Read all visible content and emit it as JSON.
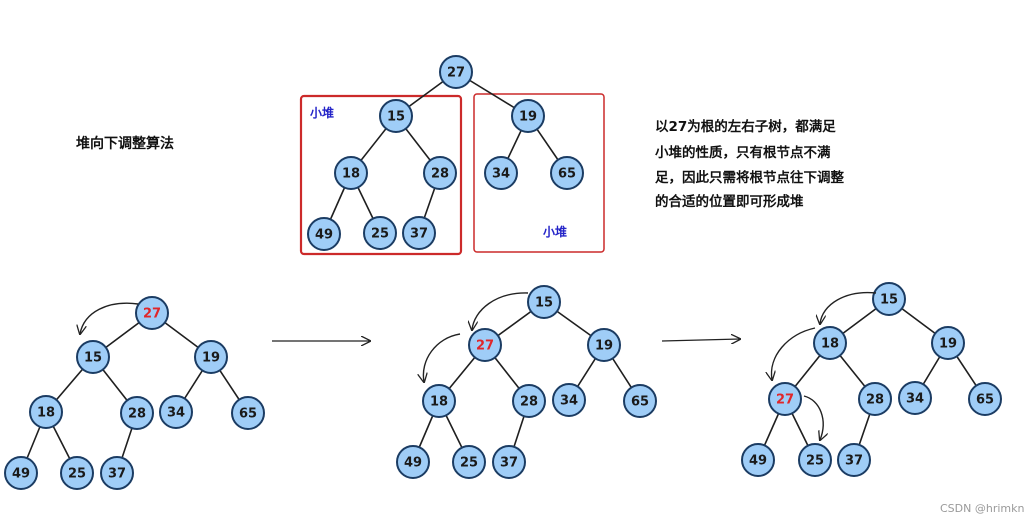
{
  "title": "堆向下调整算法",
  "description_lines": [
    "以27为根的左右子树，都满足",
    "小堆的性质，只有根节点不满",
    "足，因此只需将根节点往下调整",
    "的合适的位置即可形成堆"
  ],
  "labels": {
    "left_box": "小堆",
    "right_box": "小堆"
  },
  "watermark": "CSDN @hrimkn",
  "trees": [
    {
      "name": "initial-tree",
      "nodes": [
        "27",
        "15",
        "19",
        "18",
        "28",
        "34",
        "65",
        "49",
        "25",
        "37"
      ],
      "highlight": ""
    },
    {
      "name": "step1-tree",
      "nodes": [
        "27",
        "15",
        "19",
        "18",
        "28",
        "34",
        "65",
        "49",
        "25",
        "37"
      ],
      "highlight": ""
    },
    {
      "name": "step2-tree",
      "nodes": [
        "15",
        "27",
        "19",
        "18",
        "28",
        "34",
        "65",
        "49",
        "25",
        "37"
      ],
      "highlight": "27"
    },
    {
      "name": "step3-tree",
      "nodes": [
        "15",
        "18",
        "19",
        "27",
        "28",
        "34",
        "65",
        "49",
        "25",
        "37"
      ],
      "highlight": "27"
    }
  ],
  "step1_highlight": "27"
}
